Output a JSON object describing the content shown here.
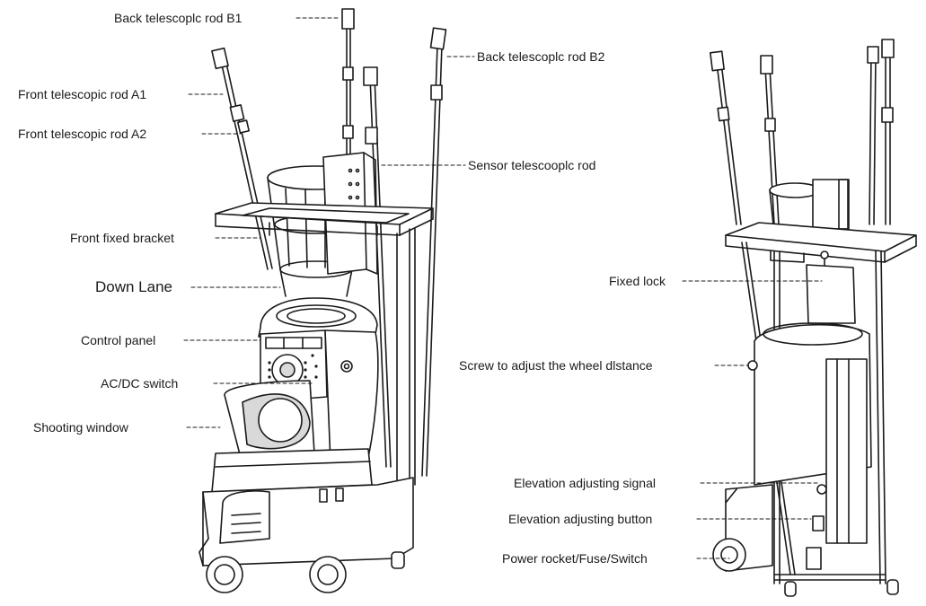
{
  "labels": {
    "back_rod_b1": "Back telescoplc rod B1",
    "back_rod_b2": "Back telescoplc rod B2",
    "front_rod_a1": "Front telescopic rod A1",
    "front_rod_a2": "Front telescopic rod A2",
    "sensor_rod": "Sensor telescooplc rod",
    "front_fixed_bracket": "Front fixed bracket",
    "down_lane": "Down Lane",
    "control_panel": "Control panel",
    "ac_dc_switch": "AC/DC switch",
    "shooting_window": "Shooting window",
    "fixed_lock": "Fixed lock",
    "screw_wheel_distance": "Screw to adjust the wheel dlstance",
    "elevation_signal": "Elevation adjusting signal",
    "elevation_button": "Elevation adjusting button",
    "power_socket": "Power rocket/Fuse/Switch"
  },
  "colors": {
    "line": "#1a1a1a",
    "fill": "#ffffff",
    "shade": "#d9d9d9"
  }
}
